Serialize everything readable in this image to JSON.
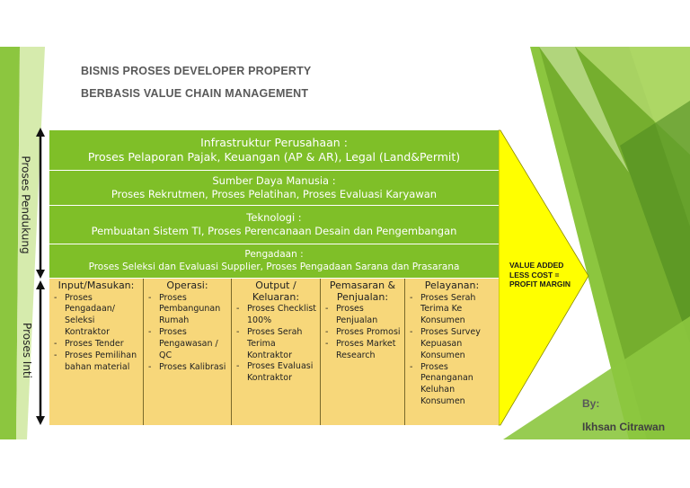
{
  "title": {
    "line1": "BISNIS PROSES DEVELOPER PROPERTY",
    "line2": "BERBASIS VALUE CHAIN MANAGEMENT"
  },
  "side_labels": {
    "support": "Proses Pendukung",
    "core": "Proses Inti"
  },
  "support_activities": [
    {
      "title": "Infrastruktur Perusahaan :",
      "desc": "Proses Pelaporan Pajak, Keuangan (AP & AR), Legal (Land&Permit)"
    },
    {
      "title": "Sumber Daya Manusia :",
      "desc": "Proses Rekrutmen, Proses Pelatihan, Proses Evaluasi Karyawan"
    },
    {
      "title": "Teknologi :",
      "desc": "Pembuatan Sistem TI, Proses Perencanaan Desain dan Pengembangan"
    },
    {
      "title": "Pengadaan :",
      "desc": "Proses Seleksi dan Evaluasi Supplier, Proses Pengadaan Sarana dan Prasarana"
    }
  ],
  "primary_activities": [
    {
      "title": "Input/Masukan:",
      "items": [
        "Proses Pengadaan/ Seleksi Kontraktor",
        "Proses Tender",
        "Proses Pemilihan bahan material"
      ]
    },
    {
      "title": "Operasi:",
      "items": [
        "Proses Pembangunan Rumah",
        "Proses Pengawasan / QC",
        "Proses Kalibrasi"
      ]
    },
    {
      "title": "Output / Keluaran:",
      "items": [
        "Proses Checklist 100%",
        "Proses Serah Terima Kontraktor",
        "Proses Evaluasi Kontraktor"
      ]
    },
    {
      "title": "Pemasaran & Penjualan:",
      "items": [
        "Proses Penjualan",
        "Proses Promosi",
        "Proses Market Research"
      ]
    },
    {
      "title": "Pelayanan:",
      "items": [
        "Proses Serah Terima Ke Konsumen",
        "Proses Survey Kepuasan Konsumen",
        "Proses Penanganan Keluhan Konsumen"
      ]
    }
  ],
  "margin_text": [
    "VALUE ADDED",
    "LESS COST =",
    "PROFIT MARGIN"
  ],
  "credit": {
    "by": "By:",
    "author": "Ikhsan Citrawan"
  },
  "colors": {
    "support_green": "#7fbf28",
    "primary_tan": "#f7d77a",
    "margin_yellow": "#ffff00",
    "deco_green": "#8cc63f"
  }
}
